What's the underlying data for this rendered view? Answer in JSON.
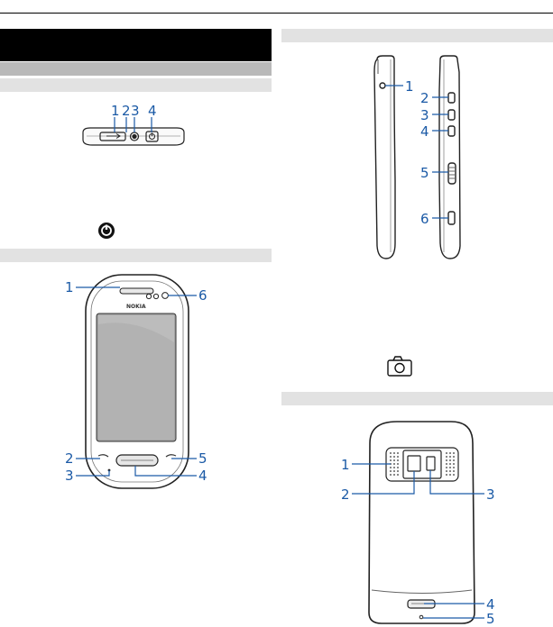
{
  "top_view": {
    "callouts": [
      "1",
      "2",
      "3",
      "4"
    ]
  },
  "front_view": {
    "brand": "NOKIA",
    "callouts": [
      "1",
      "6",
      "2",
      "3",
      "5",
      "4"
    ]
  },
  "side_view": {
    "callouts": [
      "1",
      "2",
      "3",
      "4",
      "5",
      "6"
    ]
  },
  "back_view": {
    "callouts": [
      "1",
      "2",
      "3",
      "4",
      "5"
    ]
  },
  "icons": {
    "power": "power-key-icon",
    "camera": "camera-key-icon"
  },
  "colors": {
    "callout": "#1b5aa6",
    "section_bar": "#e2e2e2",
    "title_bar": "#000000",
    "subtitle_bar": "#b9b9b9"
  }
}
